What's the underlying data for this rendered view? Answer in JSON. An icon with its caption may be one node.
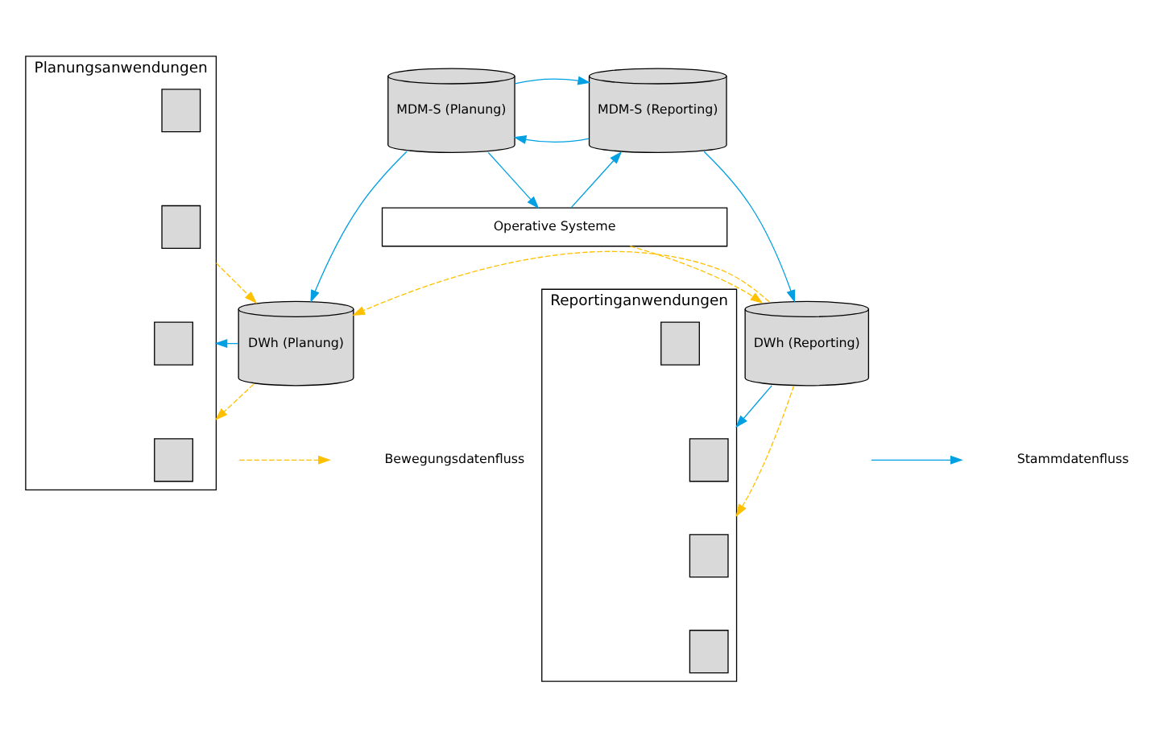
{
  "diagram": {
    "nodes": [
      {
        "text": [
          "Planungsanwendungen"
        ]
      },
      {
        "text": [],
        "shape": "box",
        "in": 0
      },
      {
        "text": [],
        "shape": "box",
        "in": 0
      },
      {
        "text": [],
        "shape": "box",
        "in": 0
      },
      {
        "text": [],
        "shape": "box",
        "in": 0
      },
      {
        "text": [
          "MDM-S (Planung)"
        ]
      },
      {
        "text": [
          "MDM-S (Reporting)"
        ]
      },
      {
        "text": [
          "DWh (Planung)"
        ]
      },
      {
        "text": [
          "DWh (Reporting)"
        ]
      },
      {
        "text": [
          "Reportinganwendungen"
        ]
      },
      {
        "text": [],
        "shape": "box",
        "in": 9
      },
      {
        "text": [],
        "shape": "box",
        "in": 9
      },
      {
        "text": [],
        "shape": "box",
        "in": 9
      },
      {
        "text": [],
        "shape": "box",
        "in": 9
      },
      {
        "text": [
          "Operative Systeme"
        ]
      }
    ],
    "edges": [
      {
        "from": 6,
        "to": 5,
        "arrow": "to"
      },
      {
        "from": 5,
        "to": 6,
        "arrow": "to"
      },
      {
        "from": 5,
        "to": 7,
        "arrow": "to"
      },
      {
        "from": 6,
        "to": 8,
        "arrow": "to"
      },
      {
        "from": 0,
        "to": 7,
        "arrow": "to",
        "style": "dashed",
        "color": "#ffc000"
      },
      {
        "from": 7,
        "to": 0,
        "arrow": "to"
      },
      {
        "from": 7,
        "to": 0,
        "arrow": "to",
        "style": "dashed",
        "color": "#ffc000"
      },
      {
        "from": 5,
        "to": 14,
        "arrow": "to"
      },
      {
        "from": 14,
        "to": 6,
        "arrow": "to"
      },
      {
        "from": 8,
        "to": 7,
        "arrow": "to",
        "style": "dashed",
        "color": "#ffc000"
      },
      {
        "from": 14,
        "to": 8,
        "arrow": "to",
        "style": "dashed",
        "color": "#ffc000"
      },
      {
        "from": 8,
        "to": 9,
        "arrow": "to"
      },
      {
        "from": 8,
        "to": 9,
        "arrow": "to",
        "style": "dashed",
        "color": "#ffc000"
      }
    ],
    "legend": [
      {
        "text": "Bewegungsdatenfluss"
      },
      {
        "text": "Stammdatenfluss"
      }
    ]
  }
}
